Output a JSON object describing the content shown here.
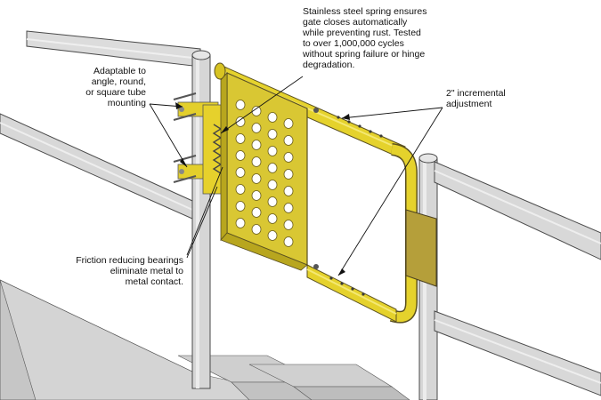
{
  "annotations": {
    "spring": [
      "Stainless steel spring ensures",
      "gate closes automatically",
      "while preventing rust. Tested",
      "to over 1,000,000 cycles",
      "without spring failure or hinge",
      "degradation."
    ],
    "mounting": [
      "Adaptable to",
      "angle, round,",
      "or square tube",
      "mounting"
    ],
    "adjustment": [
      "2\" incremental",
      "adjustment"
    ],
    "bearings": [
      "Friction reducing bearings",
      "eliminate metal to",
      "metal contact."
    ]
  },
  "colors": {
    "gate_yellow": "#e5d22c",
    "gate_panel": "#d9c733",
    "gate_shadow": "#b8a61e",
    "plate": "#b59f3a",
    "rail_grey": "#d8d8d8",
    "rail_outline": "#4a4a4a",
    "stair_grey": "#c9c9c9"
  }
}
